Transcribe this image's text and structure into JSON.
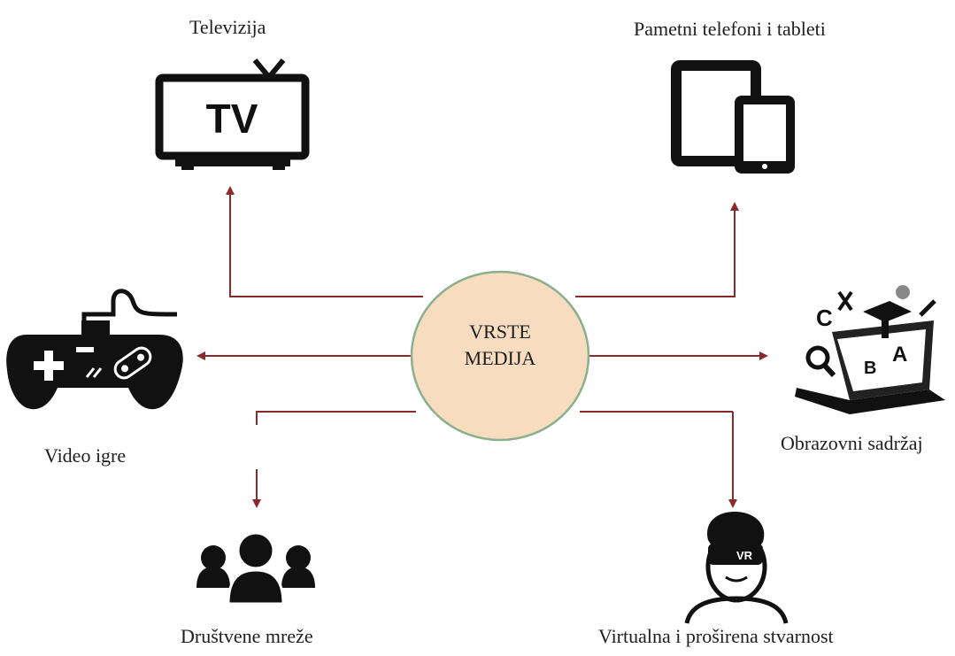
{
  "diagram": {
    "center": {
      "line1": "VRSTE",
      "line2": "MEDIJA",
      "fill": "#f8dcc0",
      "stroke": "#8ab08c"
    },
    "connector_color": "#8b2a2a",
    "nodes": {
      "tv": {
        "label": "Televizija",
        "icon": "tv-icon",
        "icon_text": "TV"
      },
      "phones": {
        "label": "Pametni telefoni i tableti",
        "icon": "tablet-phone-icon"
      },
      "games": {
        "label": "Video igre",
        "icon": "gamepad-icon"
      },
      "education": {
        "label": "Obrazovni sadržaj",
        "icon": "education-laptop-icon",
        "icon_letters": [
          "C",
          "A",
          "B"
        ]
      },
      "social": {
        "label": "Društvene mreže",
        "icon": "people-group-icon"
      },
      "vr": {
        "label": "Virtualna i proširena stvarnost",
        "icon": "vr-headset-person-icon",
        "icon_text": "VR"
      }
    }
  }
}
